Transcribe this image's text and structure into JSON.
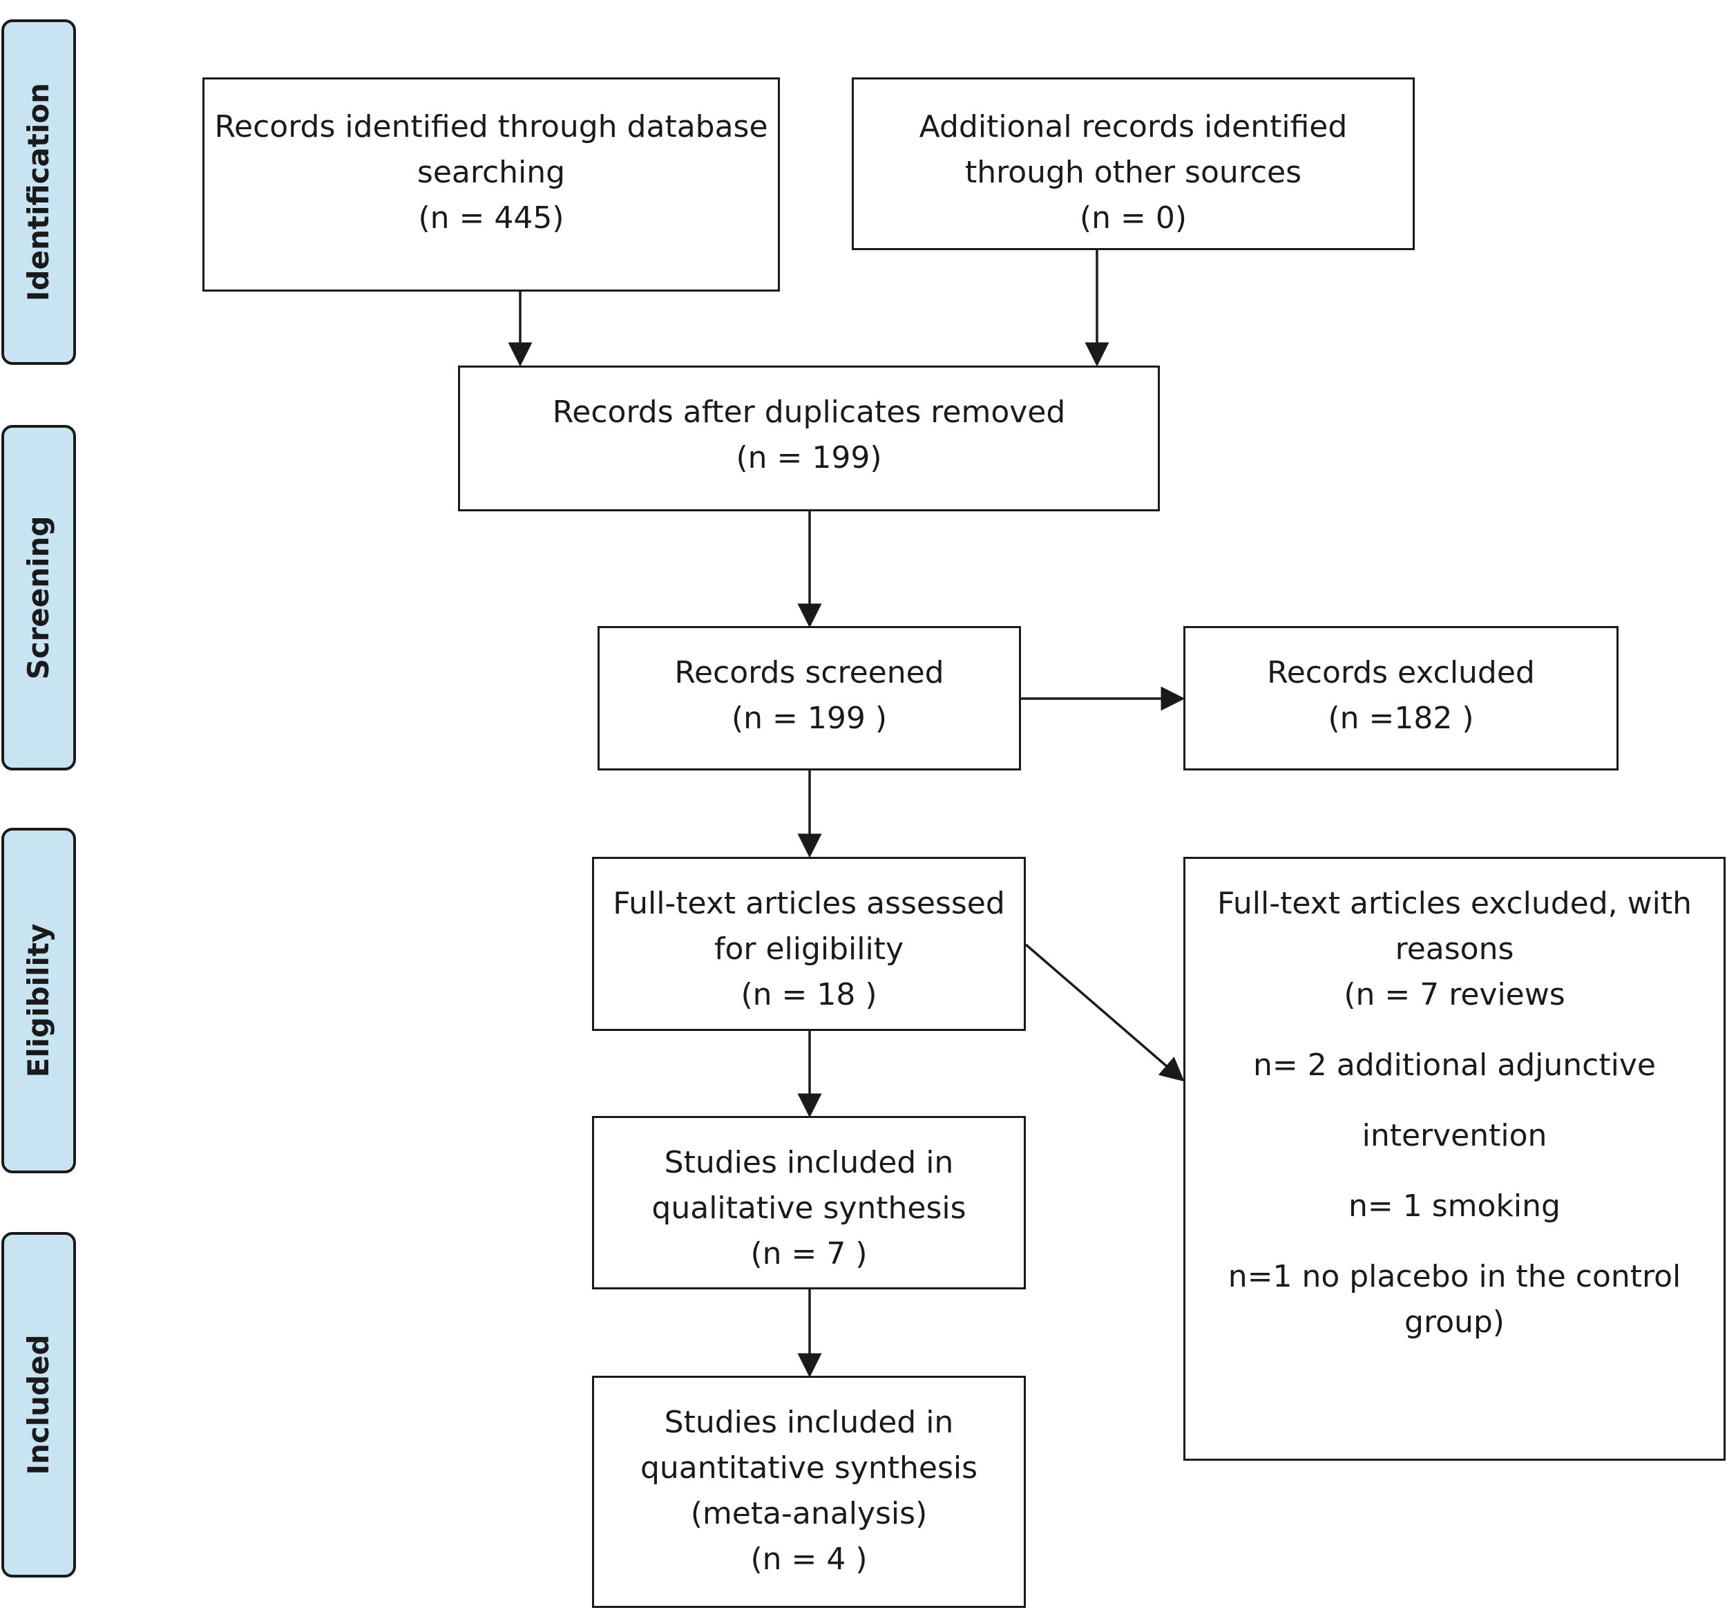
{
  "phases": {
    "identification": "Identification",
    "screening": "Screening",
    "eligibility": "Eligibility",
    "included": "Included"
  },
  "boxes": {
    "database_search": {
      "lines": [
        "Records identified through database",
        "searching",
        "(n =  445)"
      ]
    },
    "other_sources": {
      "lines": [
        "Additional records identified",
        "through other sources",
        "(n =  0)"
      ]
    },
    "after_duplicates": {
      "lines": [
        "Records after duplicates removed",
        "(n = 199)"
      ]
    },
    "screened": {
      "lines": [
        "Records screened",
        "(n = 199  )"
      ]
    },
    "excluded": {
      "lines": [
        "Records excluded",
        "(n =182  )"
      ]
    },
    "full_text_assessed": {
      "lines": [
        "Full-text articles assessed",
        "for eligibility",
        "(n = 18  )"
      ]
    },
    "full_text_excluded": {
      "lines": [
        "Full-text articles excluded, with",
        "reasons",
        "(n = 7 reviews",
        "n= 2 additional adjunctive",
        "intervention",
        "n= 1 smoking",
        "n=1 no placebo in the control",
        "group)"
      ]
    },
    "qualitative": {
      "lines": [
        "Studies included in",
        "qualitative synthesis",
        "(n =  7 )"
      ]
    },
    "quantitative": {
      "lines": [
        "Studies included in",
        "quantitative synthesis",
        "(meta-analysis)",
        "(n = 4 )"
      ]
    }
  }
}
